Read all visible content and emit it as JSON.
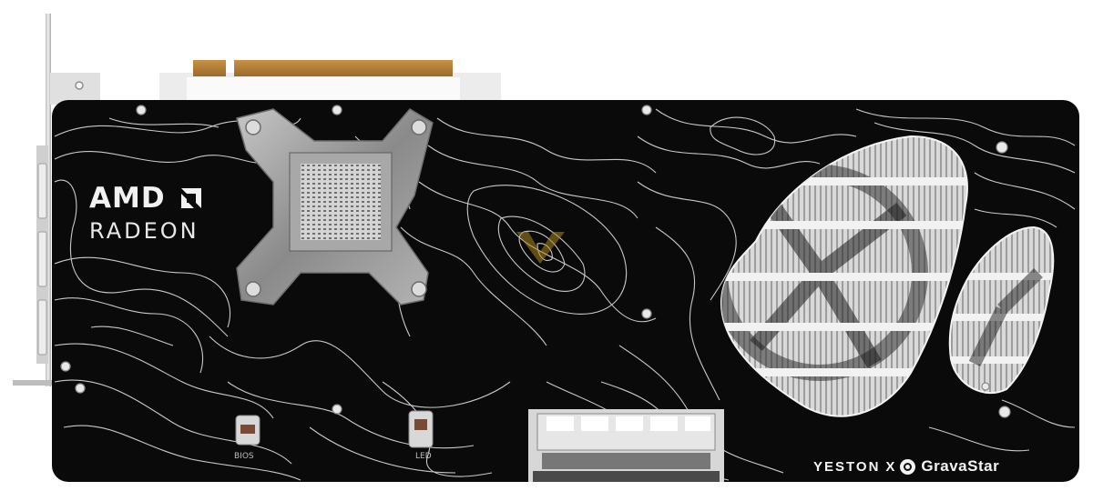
{
  "product": {
    "chip_brand_line1": "AMD",
    "chip_brand_line2": "RADEON",
    "switch_left_label": "BIOS",
    "switch_right_label": "LED",
    "co_brand_left": "YESTON",
    "co_brand_joiner": "X",
    "co_brand_right": "GravaStar"
  },
  "colors": {
    "backplate": "#0a0a0a",
    "contour_lines": "#e6e6e6",
    "gpu_bracket": "#9c9c9c",
    "pcie_fingers": "#c08a3e",
    "io_bracket": "#d8d8d8",
    "fin_stack": "#c9c9c9"
  },
  "icons": {
    "amd_logo_mark": "amd-arrow-icon",
    "gravastar_mark": "gravastar-logo-icon"
  }
}
